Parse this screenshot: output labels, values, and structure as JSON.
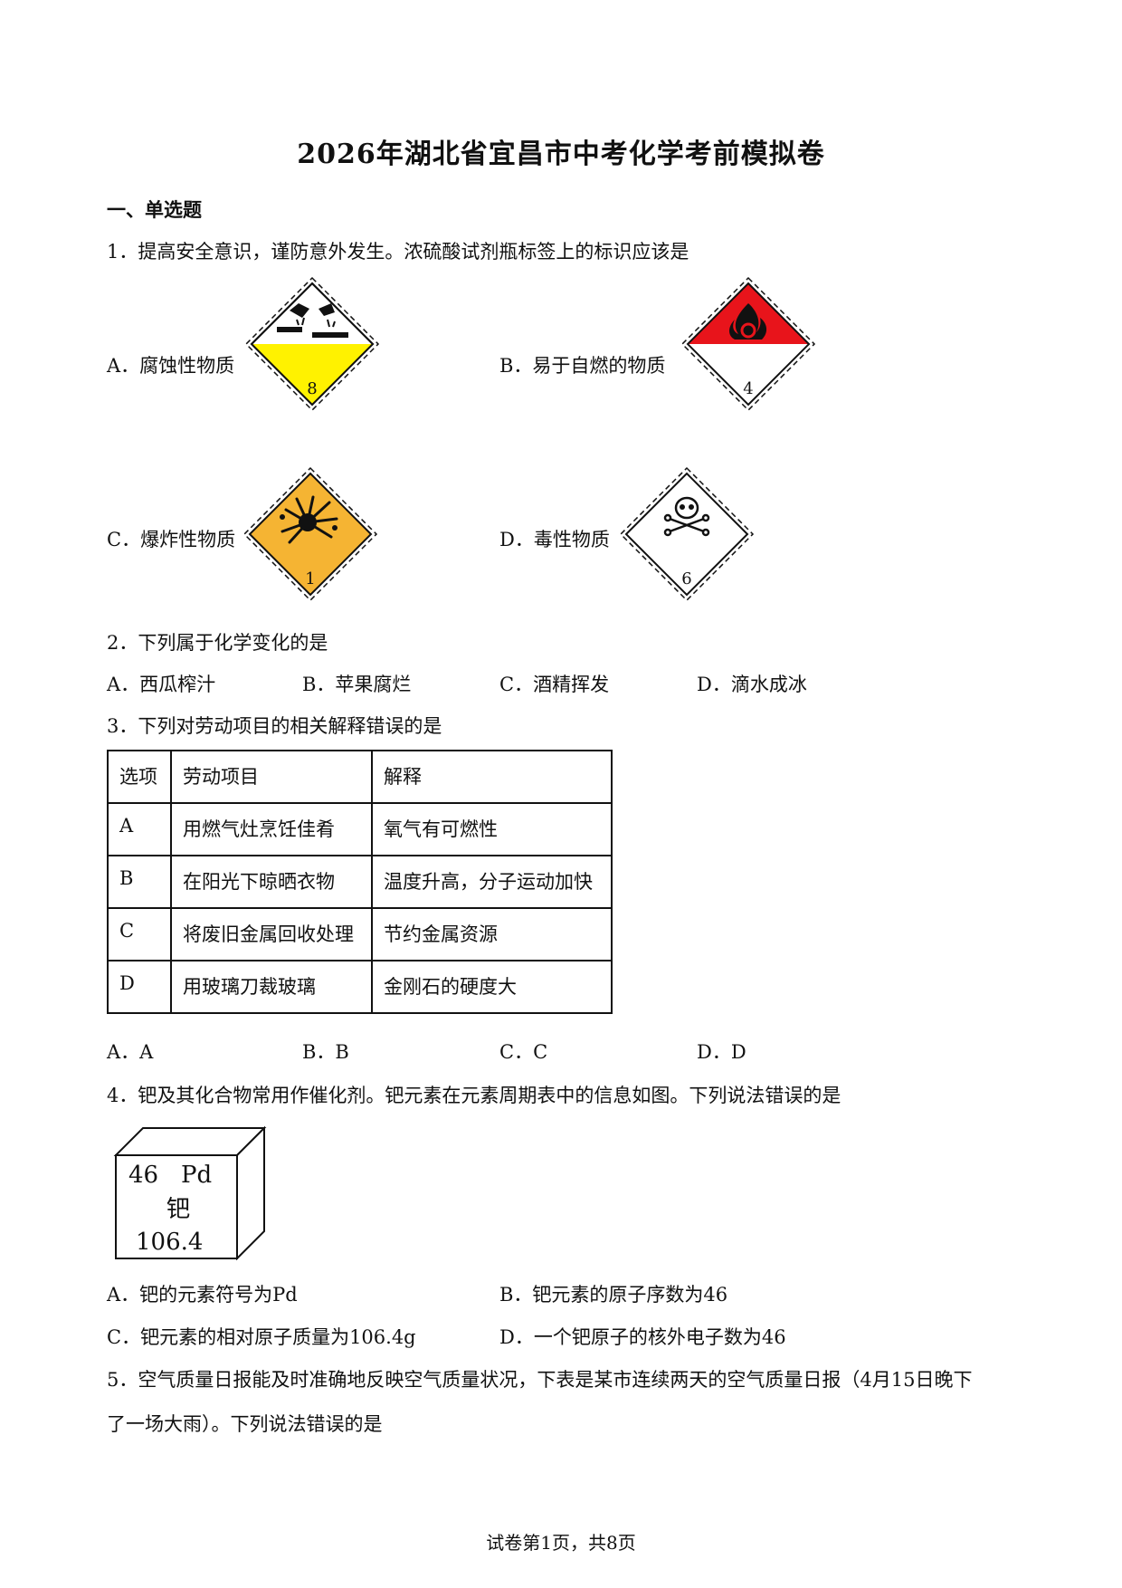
{
  "title": "2026年湖北省宜昌市中考化学考前模拟卷",
  "section": "一、单选题",
  "q1": {
    "stem": "1．提高安全意识，谨防意外发生。浓硫酸试剂瓶标签上的标识应该是",
    "options": [
      {
        "label": "A．腐蚀性物质",
        "number": "8"
      },
      {
        "label": "B．易于自燃的物质",
        "number": "4"
      },
      {
        "label": "C．爆炸性物质",
        "number": "1"
      },
      {
        "label": "D．毒性物质",
        "number": "6"
      }
    ]
  },
  "q2": {
    "stem": "2．下列属于化学变化的是",
    "options": [
      "A．西瓜榨汁",
      "B．苹果腐烂",
      "C．酒精挥发",
      "D．滴水成冰"
    ]
  },
  "q3": {
    "stem": "3．下列对劳动项目的相关解释错误的是",
    "header": [
      "选项",
      "劳动项目",
      "解释"
    ],
    "rows": [
      [
        "A",
        "用燃气灶烹饪佳肴",
        "氧气有可燃性"
      ],
      [
        "B",
        "在阳光下晾晒衣物",
        "温度升高，分子运动加快"
      ],
      [
        "C",
        "将废旧金属回收处理",
        "节约金属资源"
      ],
      [
        "D",
        "用玻璃刀裁玻璃",
        "金刚石的硬度大"
      ]
    ],
    "options": [
      "A．A",
      "B．B",
      "C．C",
      "D．D"
    ]
  },
  "q4": {
    "stem": "4．钯及其化合物常用作催化剂。钯元素在元素周期表中的信息如图。下列说法错误的是",
    "element": {
      "number": "46",
      "symbol": "Pd",
      "name": "钯",
      "mass": "106.4"
    },
    "options": [
      "A．钯的元素符号为Pd",
      "B．钯元素的原子序数为46",
      "C．钯元素的相对原子质量为106.4g",
      "D．一个钯原子的核外电子数为46"
    ]
  },
  "q5": {
    "line1": "5．空气质量日报能及时准确地反映空气质量状况，下表是某市连续两天的空气质量日报（4月15日晚下",
    "line2": "了一场大雨）。下列说法错误的是"
  },
  "footer": "试卷第1页，共8页",
  "colors": {
    "corrosive_yellow": "#fff200",
    "flammable_red": "#e8141b",
    "explosive_orange": "#f5b433"
  }
}
